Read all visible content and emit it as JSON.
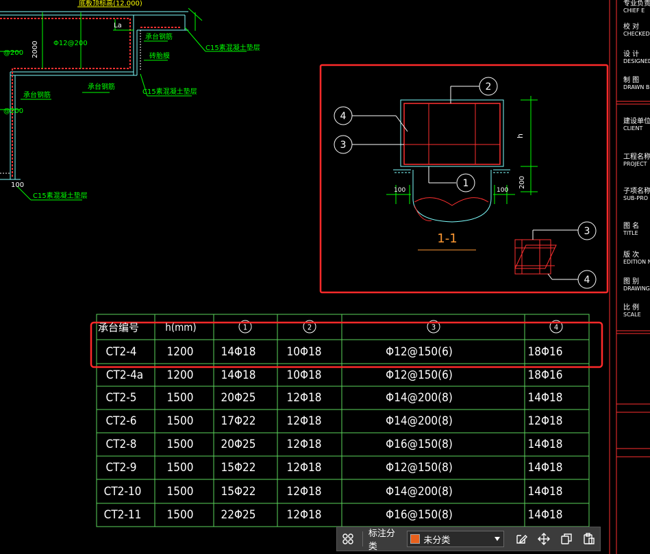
{
  "drawing": {
    "top_note": "底板顶标高(12.000)",
    "lo": "La",
    "rebar_200_a": "@200",
    "rebar_200_b": "@200",
    "dim_2000": "2000",
    "phi12": "Φ12@200",
    "chengtai_1": "承台钢筋",
    "chengtai_2": "承台钢筋",
    "chengtai_3": "承台钢筋",
    "c15_1": "C15素混凝土垫层",
    "c15_2": "C15素混凝土垫层",
    "c15_3": "C15素混凝土垫层",
    "dim_100": "100",
    "misc": "砖胎膜"
  },
  "section": {
    "title": "1-1",
    "h_label": "h",
    "dim_200": "200",
    "dim_100_left": "100",
    "dim_100_right": "100",
    "callouts": [
      "2",
      "4",
      "3",
      "1",
      "3",
      "4"
    ]
  },
  "table": {
    "headers": [
      "承台编号",
      "h(mm)",
      "1",
      "2",
      "3",
      "4"
    ],
    "rows": [
      [
        "CT2-4",
        "1200",
        "14Φ18",
        "10Φ18",
        "Φ12@150(6)",
        "18Φ16"
      ],
      [
        "CT2-4a",
        "1200",
        "14Φ18",
        "10Φ18",
        "Φ12@150(6)",
        "18Φ16"
      ],
      [
        "CT2-5",
        "1500",
        "20Φ25",
        "12Φ18",
        "Φ14@200(8)",
        "14Φ18"
      ],
      [
        "CT2-6",
        "1500",
        "17Φ22",
        "12Φ18",
        "Φ14@200(8)",
        "12Φ18"
      ],
      [
        "CT2-8",
        "1500",
        "20Φ25",
        "12Φ18",
        "Φ16@150(8)",
        "14Φ18"
      ],
      [
        "CT2-9",
        "1500",
        "15Φ22",
        "12Φ18",
        "Φ12@150(8)",
        "14Φ18"
      ],
      [
        "CT2-10",
        "1500",
        "15Φ22",
        "12Φ18",
        "Φ14@200(8)",
        "14Φ18"
      ],
      [
        "CT2-11",
        "1500",
        "22Φ25",
        "12Φ18",
        "Φ16@150(8)",
        "14Φ18"
      ]
    ]
  },
  "title_block": [
    {
      "cn": "专业负责",
      "en": "CHIEF E"
    },
    {
      "cn": "校 对",
      "en": "CHECKED"
    },
    {
      "cn": "设 计",
      "en": "DESIGNED"
    },
    {
      "cn": "制 图",
      "en": "DRAWN B"
    },
    {
      "cn": "建设单位",
      "en": "CLIENT"
    },
    {
      "cn": "工程名称",
      "en": "PROJECT"
    },
    {
      "cn": "子项名称",
      "en": "SUB-PRO"
    },
    {
      "cn": "图 名",
      "en": "TITLE"
    },
    {
      "cn": "版 次",
      "en": "EDITION N"
    },
    {
      "cn": "图 别",
      "en": "DRAWING"
    },
    {
      "cn": "比 例",
      "en": "SCALE"
    }
  ],
  "toolbar": {
    "label": "标注分类",
    "select_value": "未分类",
    "swatch_color": "#e8601c"
  },
  "colors": {
    "annotation_red": "#ff2a2a",
    "cad_green": "#00ff00",
    "cad_cyan": "#7fffff",
    "table_line": "#5cd65c"
  }
}
